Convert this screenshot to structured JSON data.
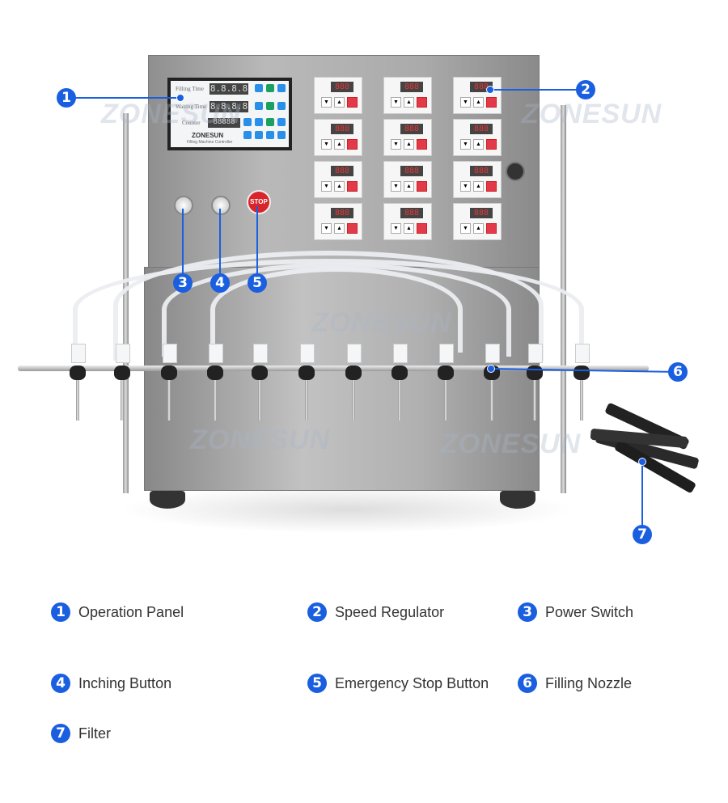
{
  "brand_watermark": "ZONESUN",
  "operation_panel": {
    "rows": [
      {
        "label": "Filling Time",
        "display": "8.8.8.8"
      },
      {
        "label": "Waiting Time",
        "display": "8.8.8.8"
      },
      {
        "label": "Counter",
        "display": "88888"
      }
    ],
    "brand": "ZONESUN",
    "subtitle": "Filling Machine Controller"
  },
  "speed_regulator_display": "888",
  "stop_button_label": "STOP",
  "accent_color": "#1a5fe0",
  "callouts": [
    {
      "number": "1",
      "label": "Operation Panel"
    },
    {
      "number": "2",
      "label": "Speed Regulator"
    },
    {
      "number": "3",
      "label": "Power Switch"
    },
    {
      "number": "4",
      "label": "Inching Button"
    },
    {
      "number": "5",
      "label": "Emergency Stop Button"
    },
    {
      "number": "6",
      "label": "Filling Nozzle"
    },
    {
      "number": "7",
      "label": "Filter"
    }
  ]
}
